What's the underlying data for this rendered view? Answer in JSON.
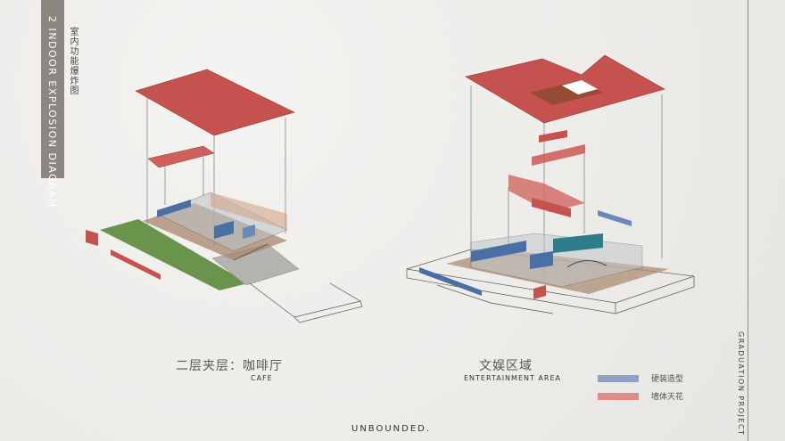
{
  "side_title": {
    "number": "2",
    "en": "Indoor Explosion Diagram",
    "cn": "室内功能爆炸图"
  },
  "right_label": "Graduation Project",
  "captions": {
    "left_cn": "二层夹层：咖啡厅",
    "left_en": "cafe",
    "right_cn": "文娱区域",
    "right_en": "Entertainment area"
  },
  "legend": [
    {
      "label": "硬装造型",
      "color": "#8ea3c2"
    },
    {
      "label": "墙体天花",
      "color": "#e08a8a"
    }
  ],
  "footer": "Unbounded.",
  "colors": {
    "ceiling_red": "#c6524f",
    "partition_blue": "#4a6fa5",
    "grass_green": "#5b8a3a",
    "floor_brown": "#a7876c",
    "teal": "#2d7d8a"
  }
}
